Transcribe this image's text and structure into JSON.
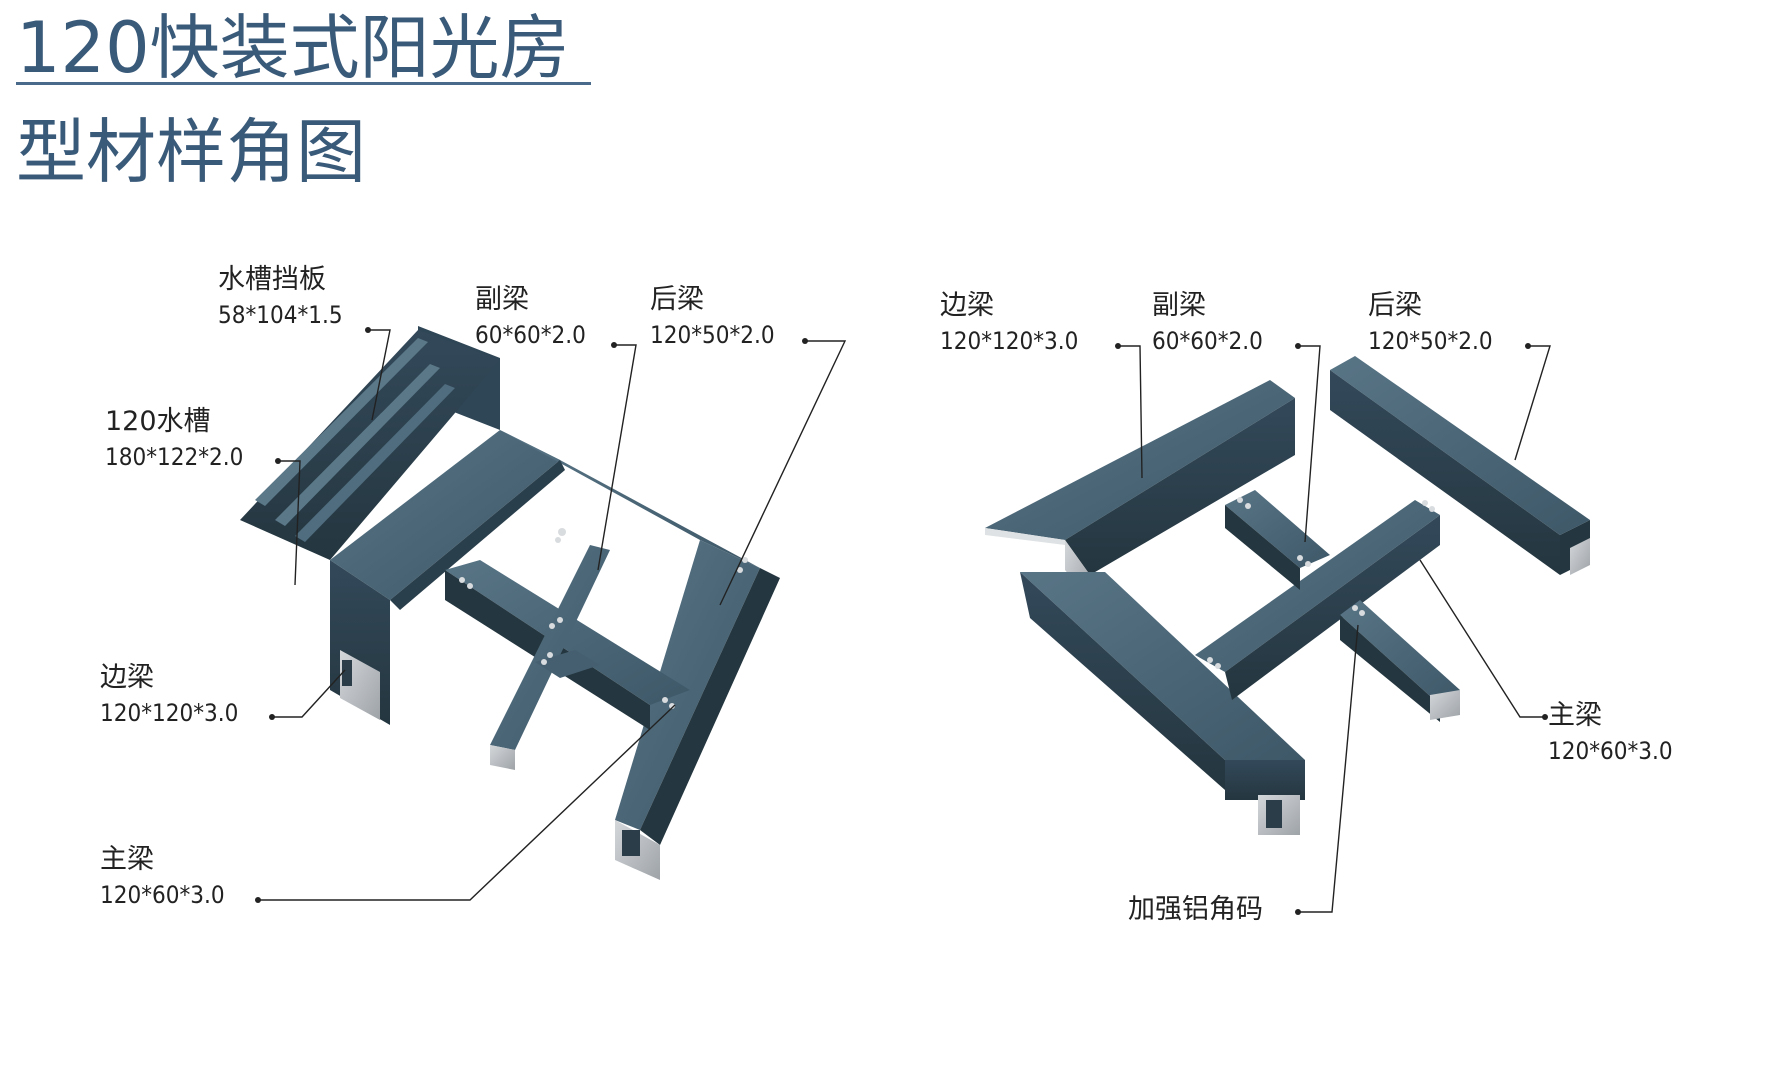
{
  "title": {
    "line1": "120快装式阳光房",
    "line2": "型材样角图"
  },
  "left_assembly": {
    "gutter_baffle": {
      "name": "水槽挡板",
      "spec": "58*104*1.5"
    },
    "gutter_120": {
      "name": "120水槽",
      "spec": "180*122*2.0"
    },
    "secondary_beam": {
      "name": "副梁",
      "spec": "60*60*2.0"
    },
    "rear_beam": {
      "name": "后梁",
      "spec": "120*50*2.0"
    },
    "edge_beam": {
      "name": "边梁",
      "spec": "120*120*3.0"
    },
    "main_beam": {
      "name": "主梁",
      "spec": "120*60*3.0"
    }
  },
  "right_assembly": {
    "edge_beam": {
      "name": "边梁",
      "spec": "120*120*3.0"
    },
    "secondary_beam": {
      "name": "副梁",
      "spec": "60*60*2.0"
    },
    "rear_beam": {
      "name": "后梁",
      "spec": "120*50*2.0"
    },
    "main_beam": {
      "name": "主梁",
      "spec": "120*60*3.0"
    },
    "corner_bracket": {
      "name": "加强铝角码"
    }
  },
  "colors": {
    "title": "#3a5a7a",
    "profile_top": "#4a6678",
    "profile_side": "#2d4250",
    "profile_dark": "#1f3039",
    "cut_face": "#b8bcc0"
  }
}
